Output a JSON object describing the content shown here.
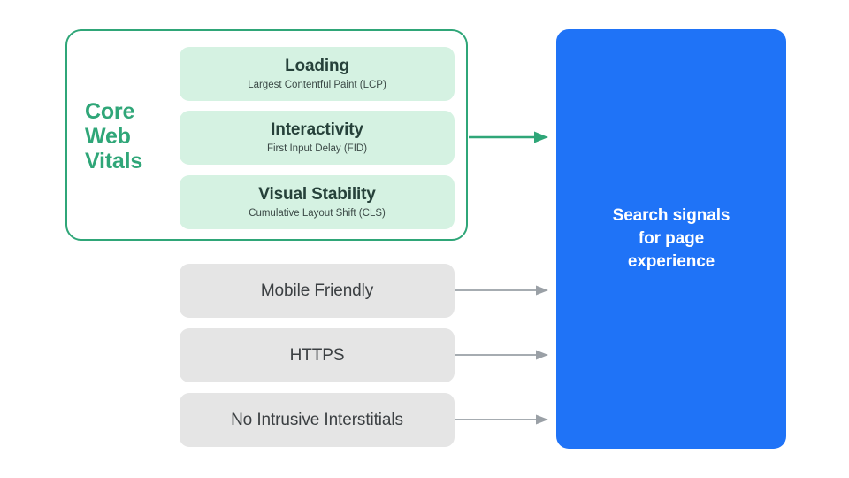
{
  "diagram": {
    "title": "Search signals for page experience",
    "colors": {
      "accent_green": "#2FA678",
      "card_green": "#D5F2E2",
      "card_gray": "#E5E5E5",
      "panel_blue": "#1F73F7",
      "arrow_gray": "#9AA0A6",
      "background": "#FFFFFF",
      "text_dark": "#3C4043",
      "text_white": "#FFFFFF"
    }
  },
  "core_web_vitals": {
    "group_label": "Core Web Vitals",
    "group_label_lines": [
      "Core",
      "Web",
      "Vitals"
    ],
    "metrics": [
      {
        "title": "Loading",
        "subtitle": "Largest Contentful Paint (LCP)"
      },
      {
        "title": "Interactivity",
        "subtitle": "First Input Delay (FID)"
      },
      {
        "title": "Visual Stability",
        "subtitle": "Cumulative Layout Shift (CLS)"
      }
    ]
  },
  "other_signals": [
    {
      "label": "Mobile Friendly"
    },
    {
      "label": "HTTPS"
    },
    {
      "label": "No Intrusive Interstitials"
    }
  ],
  "destination": {
    "label": "Search signals\nfor page\nexperience"
  },
  "arrows": [
    {
      "name": "core-web-vitals-arrow",
      "color": "#2FA678"
    },
    {
      "name": "mobile-friendly-arrow",
      "color": "#9AA0A6"
    },
    {
      "name": "https-arrow",
      "color": "#9AA0A6"
    },
    {
      "name": "no-intrusive-interstitials-arrow",
      "color": "#9AA0A6"
    }
  ]
}
